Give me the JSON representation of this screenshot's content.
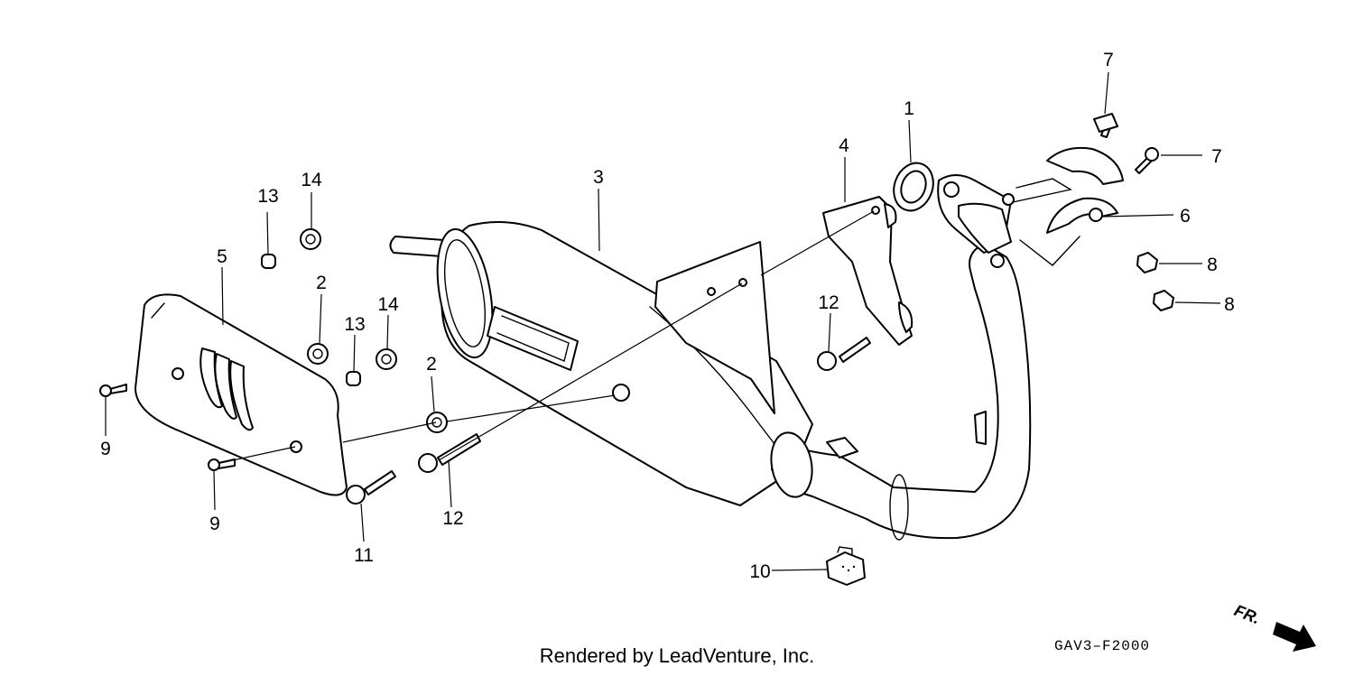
{
  "diagram": {
    "callouts": [
      {
        "id": "c1",
        "label": "1"
      },
      {
        "id": "c2a",
        "label": "2"
      },
      {
        "id": "c2b",
        "label": "2"
      },
      {
        "id": "c3",
        "label": "3"
      },
      {
        "id": "c4",
        "label": "4"
      },
      {
        "id": "c5",
        "label": "5"
      },
      {
        "id": "c6",
        "label": "6"
      },
      {
        "id": "c7a",
        "label": "7"
      },
      {
        "id": "c7b",
        "label": "7"
      },
      {
        "id": "c8a",
        "label": "8"
      },
      {
        "id": "c8b",
        "label": "8"
      },
      {
        "id": "c9a",
        "label": "9"
      },
      {
        "id": "c9b",
        "label": "9"
      },
      {
        "id": "c10",
        "label": "10"
      },
      {
        "id": "c11",
        "label": "11"
      },
      {
        "id": "c12a",
        "label": "12"
      },
      {
        "id": "c12b",
        "label": "12"
      },
      {
        "id": "c13a",
        "label": "13"
      },
      {
        "id": "c13b",
        "label": "13"
      },
      {
        "id": "c14a",
        "label": "14"
      },
      {
        "id": "c14b",
        "label": "14"
      }
    ],
    "footer_text": "Rendered by LeadVenture, Inc.",
    "diagram_code": "GAV3–F2000",
    "front_indicator": "FR."
  }
}
